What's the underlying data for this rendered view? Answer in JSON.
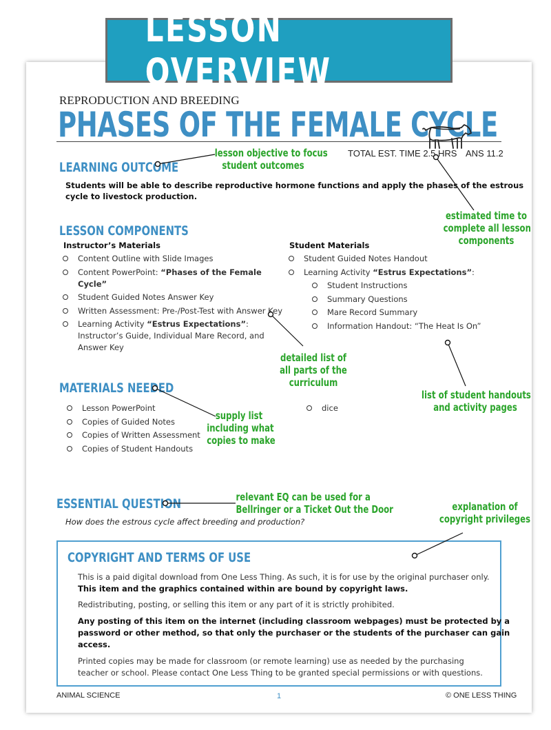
{
  "banner": {
    "text": "LESSON OVERVIEW"
  },
  "header": {
    "kicker": "REPRODUCTION AND BREEDING",
    "title": "PHASES OF THE FEMALE CYCLE",
    "time": "TOTAL EST. TIME 2.5 HRS",
    "standard": "ANS 11.2",
    "icon": "cow-icon"
  },
  "learning_outcome": {
    "heading": "LEARNING OUTCOME",
    "text_line1": "Students will be able to describe reproductive hormone functions and apply the phases of the estrous",
    "text_line2": "cycle to livestock production."
  },
  "lesson_components": {
    "heading": "LESSON COMPONENTS",
    "instructor": {
      "heading": "Instructor’s Materials",
      "items": [
        {
          "pre": "Content Outline with Slide Images",
          "bold": "",
          "post": ""
        },
        {
          "pre": "Content PowerPoint: ",
          "bold": "“Phases of the Female Cycle”",
          "post": ""
        },
        {
          "pre": "Student Guided Notes Answer Key",
          "bold": "",
          "post": ""
        },
        {
          "pre": "Written Assessment: Pre-/Post-Test with Answer Key",
          "bold": "",
          "post": ""
        },
        {
          "pre": "Learning Activity ",
          "bold": "“Estrus Expectations”",
          "post": ":"
        }
      ],
      "item5_cont1": "Instructor’s Guide, Individual Mare Record, and",
      "item5_cont2": "Answer Key"
    },
    "student": {
      "heading": "Student Materials",
      "items": [
        {
          "pre": "Student Guided Notes Handout",
          "bold": "",
          "post": ""
        },
        {
          "pre": "Learning Activity ",
          "bold": "“Estrus Expectations”",
          "post": ":"
        }
      ],
      "subitems": [
        "Student Instructions",
        "Summary Questions",
        "Mare Record Summary",
        "Information Handout: “The Heat Is On”"
      ]
    }
  },
  "materials_needed": {
    "heading": "MATERIALS NEEDED",
    "items": [
      "Lesson PowerPoint",
      "Copies of Guided Notes",
      "Copies of Written Assessment",
      "Copies of Student Handouts"
    ],
    "items_right": [
      "dice"
    ]
  },
  "essential_question": {
    "heading": "ESSENTIAL QUESTION",
    "text": "How does the estrous cycle affect breeding and production?"
  },
  "copyright": {
    "heading": "COPYRIGHT AND TERMS OF USE",
    "p1_line1": "This is a paid digital download from One Less Thing. As such, it is for use by the original purchaser only.",
    "p1_line2": "This item and the graphics contained within are bound by copyright laws.",
    "p2": "Redistributing, posting, or selling this item or any part of it is strictly prohibited.",
    "p3_line1": "Any posting of this item on the internet (including classroom webpages) must be protected by a",
    "p3_line2": "password or other method, so that only the purchaser or the students of the purchaser can gain",
    "p3_line3": "access.",
    "p4_line1": "Printed copies may be made for classroom (or remote learning) use as needed by the purchasing",
    "p4_line2": "teacher or school. Please contact One Less Thing to be granted special permissions or with questions."
  },
  "footer": {
    "left": "ANIMAL SCIENCE",
    "page": "1",
    "right": "© ONE LESS THING"
  },
  "annotations": {
    "objective": [
      "lesson objective to focus",
      "student  outcomes"
    ],
    "time": [
      "estimated time to",
      "complete all lesson",
      "components"
    ],
    "detailed": [
      "detailed list of",
      "all parts of the",
      "curriculum"
    ],
    "handouts": [
      "list of student handouts",
      "and activity pages"
    ],
    "supply": [
      "supply list",
      "including what",
      "copies to make"
    ],
    "eq": [
      "relevant EQ can be used for a",
      "Bellringer or a Ticket Out the Door"
    ],
    "copyright": [
      "explanation of",
      "copyright privileges"
    ]
  },
  "colors": {
    "banner": "#1f9fc0",
    "heading_blue": "#3e8fc4",
    "annotation_green": "#2aa42a",
    "box_border": "#4f9fd0"
  }
}
